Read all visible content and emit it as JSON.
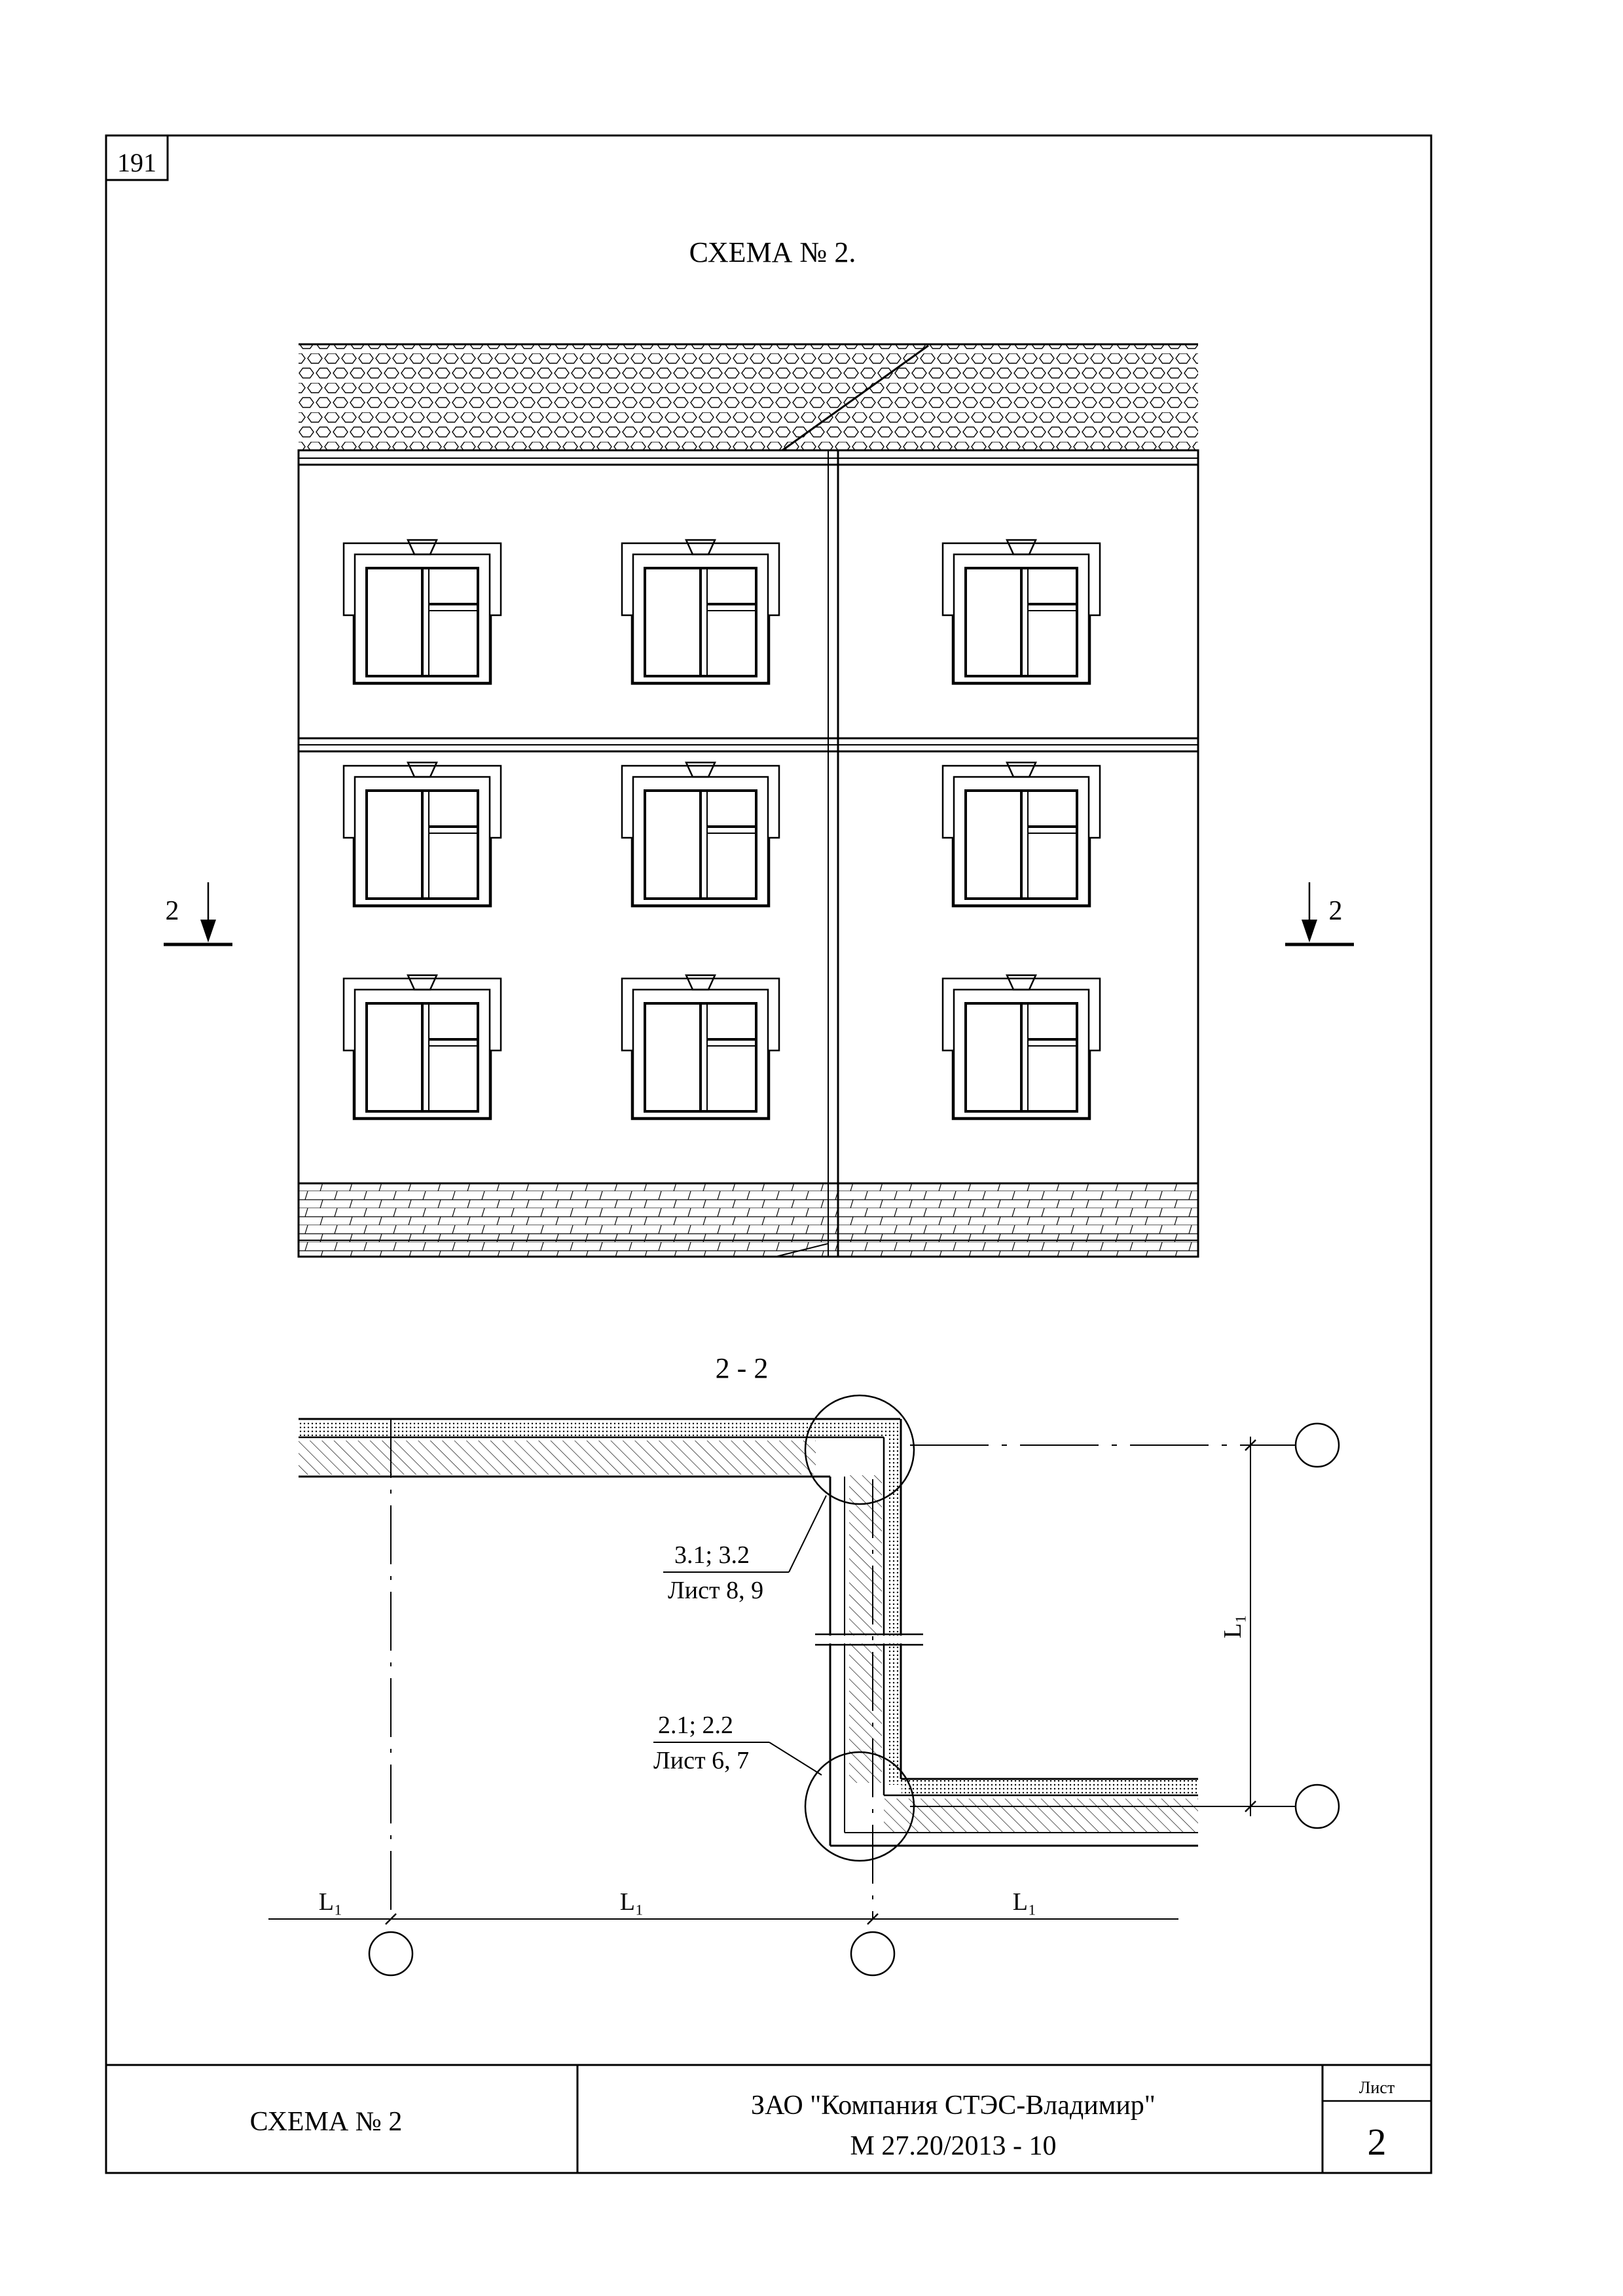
{
  "page_number": "191",
  "scheme_title": "СХЕМА № 2.",
  "section_marker": "2",
  "section_title": "2 - 2",
  "callouts": {
    "upper": {
      "nodes": "3.1; 3.2",
      "sheets": "Лист 8, 9"
    },
    "lower": {
      "nodes": "2.1; 2.2",
      "sheets": "Лист 6, 7"
    }
  },
  "dimension_label": "L₁",
  "title_block": {
    "drawing_name": "СХЕМА № 2",
    "company": "ЗАО \"Компания СТЭС-Владимир\"",
    "document_code": "М 27.20/2013 - 10",
    "sheet_label": "Лист",
    "sheet_number": "2"
  },
  "colors": {
    "ink": "#000000",
    "paper": "#ffffff"
  }
}
